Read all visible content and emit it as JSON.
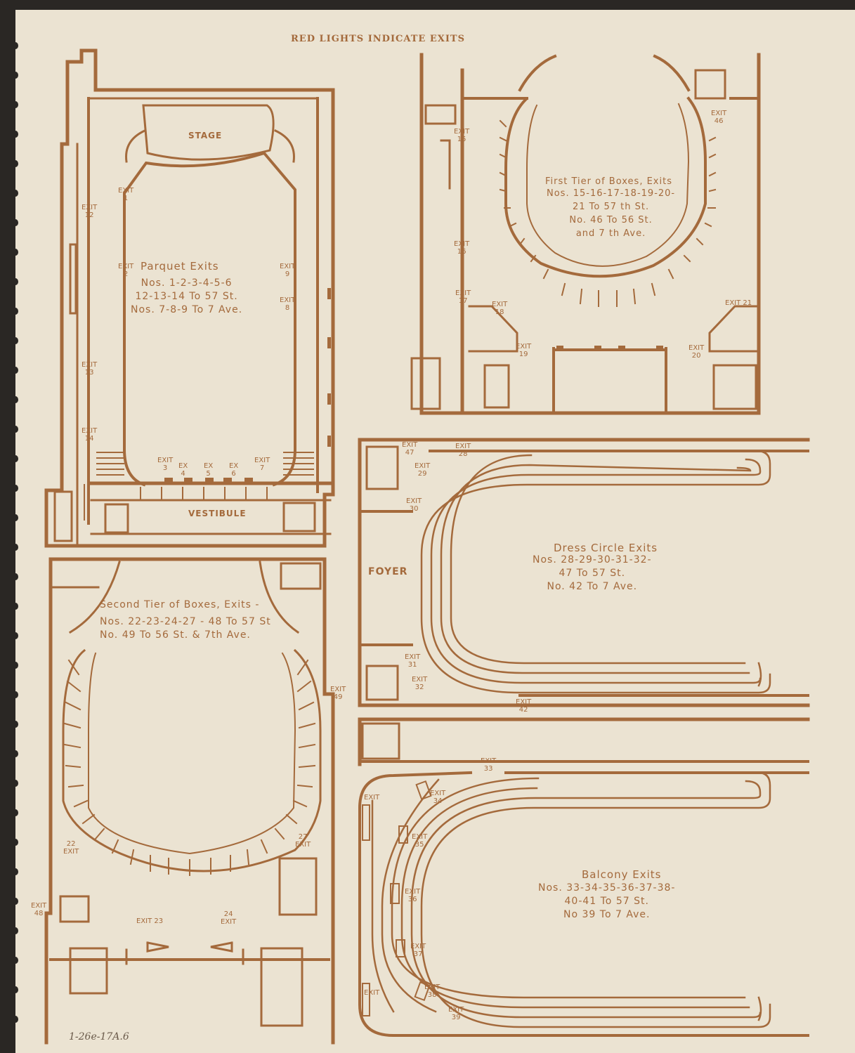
{
  "header": "RED LIGHTS INDICATE EXITS",
  "rooms": {
    "stage": "STAGE",
    "vestibule": "VESTIBULE",
    "foyer": "FOYER"
  },
  "parquet": {
    "title": "Parquet Exits",
    "text": "Nos. 1-2-3-4-5-6\n12-13-14 To 57 St.\nNos. 7-8-9 To 7 Ave."
  },
  "first_tier": {
    "title": "First Tier of Boxes, Exits",
    "text": "Nos. 15-16-17-18-19-20-\n21 To 57 th St.\nNo. 46 To 56 St.\nand 7 th Ave."
  },
  "dress_circle": {
    "title": "Dress Circle Exits",
    "text": "Nos. 28-29-30-31-32-\n47 To 57 St.\nNo. 42 To 7 Ave."
  },
  "second_tier": {
    "title": "Second Tier of Boxes, Exits -",
    "text": "Nos. 22-23-24-27 - 48 To 57 St\nNo. 49 To 56 St. & 7th Ave."
  },
  "balcony": {
    "title": "Balcony Exits",
    "text": "Nos. 33-34-35-36-37-38-\n40-41 To 57 St.\nNo 39 To 7 Ave."
  },
  "exits": {
    "e1": "EXIT\n1",
    "e2": "EXIT\n2",
    "e3": "EXIT\n3",
    "e4": "EX\n4",
    "e5": "EX\n5",
    "e6": "EX\n6",
    "e7": "EXIT\n7",
    "e8": "EXIT\n8",
    "e9": "EXIT\n9",
    "e12": "EXIT\n12",
    "e13": "EXIT\n13",
    "e14": "EXIT\n14",
    "e15": "EXIT\n15",
    "e16": "EXIT\n16",
    "e17": "EXIT\n17",
    "e18": "EXIT\n18",
    "e19": "EXIT\n19",
    "e20": "EXIT\n20",
    "e21": "EXIT 21",
    "e46": "EXIT\n46",
    "e47": "EXIT\n47",
    "e28": "EXIT\n28",
    "e29": "EXIT\n29",
    "e30": "EXIT\n30",
    "e31": "EXIT\n31",
    "e32": "EXIT\n32",
    "e42": "EXIT\n42",
    "e22": "22\nEXIT",
    "e23": "EXIT 23",
    "e24": "24\nEXIT",
    "e27": "27\nEXIT",
    "e48": "EXIT\n48",
    "e49": "EXIT\n49",
    "e33": "EXIT\n33",
    "e34": "EXIT\n34",
    "e35": "EXIT\n35",
    "e36": "EXIT\n36",
    "e37": "EXIT\n37",
    "e38": "EXIT\n38",
    "e39": "EXIT\n39",
    "ebal1": "EXIT",
    "ebal2": "EXIT"
  },
  "handwritten_note": "1-26e-17A.6",
  "colors": {
    "ink": "#a46a3c",
    "paper": "#ebe3d2",
    "backdrop": "#2a2724"
  }
}
